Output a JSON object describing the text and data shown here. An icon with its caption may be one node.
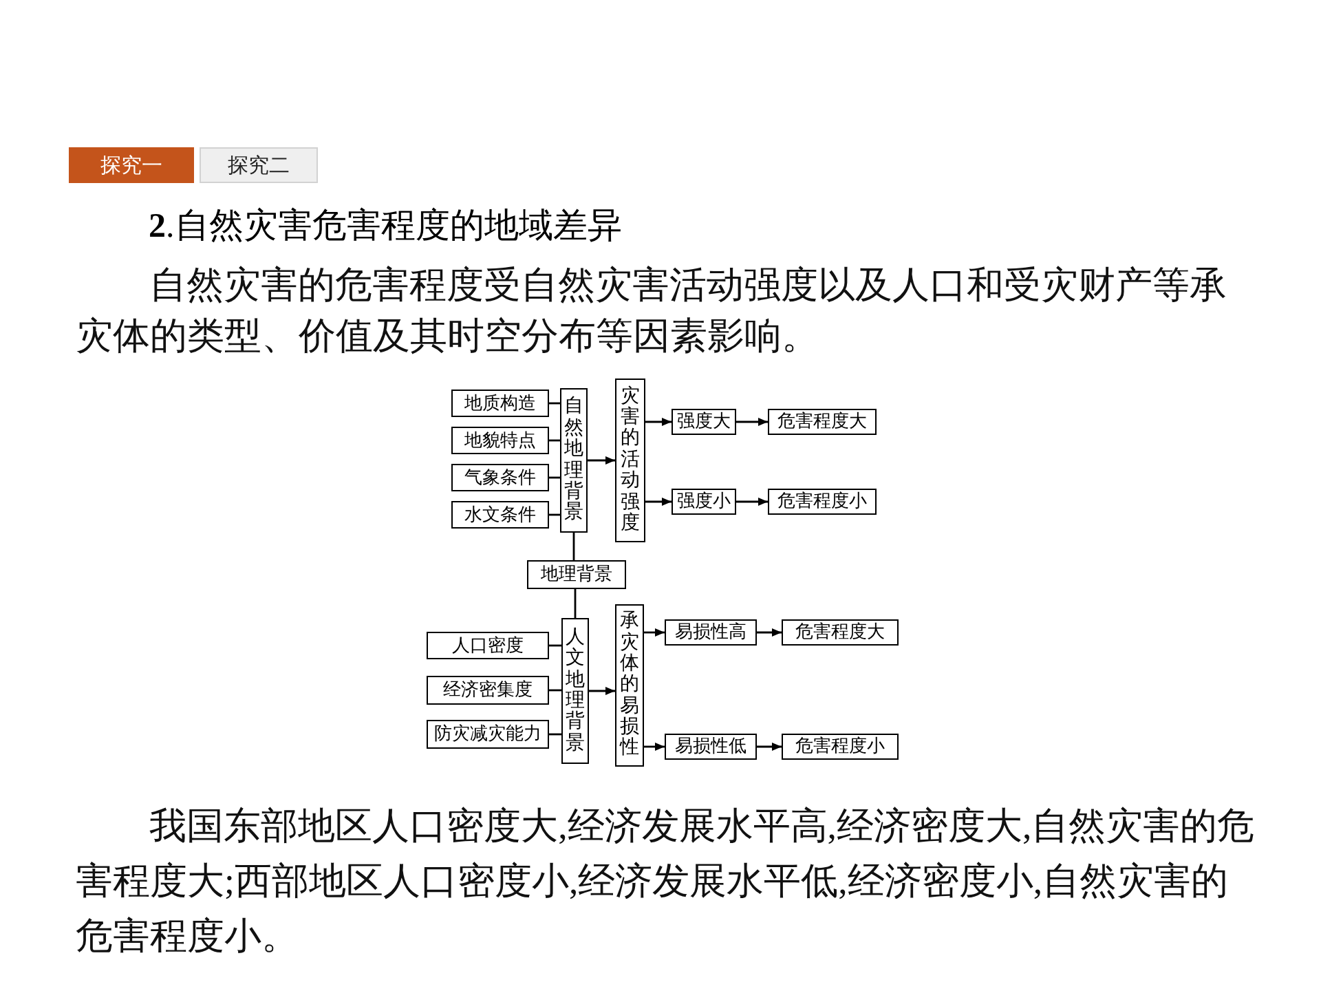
{
  "diagram": {
    "title": "**2**.自然灾害危害程度的地域差异",
    "nodes": [
      {
        "text": [
          "探究一"
        ]
      },
      {
        "text": [
          "探究二"
        ]
      },
      {
        "text": [
          "地质构造"
        ]
      },
      {
        "text": [
          "地貌特点"
        ]
      },
      {
        "text": [
          "气象条件"
        ]
      },
      {
        "text": [
          "水文条件"
        ]
      },
      {
        "text": [
          "自然地理背景"
        ]
      },
      {
        "text": [
          "灾害的活动强度"
        ]
      },
      {
        "text": [
          "强度大"
        ]
      },
      {
        "text": [
          "危害程度大"
        ]
      },
      {
        "text": [
          "强度小"
        ]
      },
      {
        "text": [
          "危害程度小"
        ]
      },
      {
        "text": [
          "地理背景"
        ]
      },
      {
        "text": [
          "人口密度"
        ]
      },
      {
        "text": [
          "经济密集度"
        ]
      },
      {
        "text": [
          "防灾减灾能力"
        ]
      },
      {
        "text": [
          "人文地理背景"
        ]
      },
      {
        "text": [
          "承灾体的易损性"
        ]
      },
      {
        "text": [
          "易损性高"
        ]
      },
      {
        "text": [
          "危害程度大"
        ]
      },
      {
        "text": [
          "易损性低"
        ]
      },
      {
        "text": [
          "危害程度小"
        ]
      }
    ],
    "edges": [
      {
        "from": 2,
        "to": 6,
        "arrow": "none"
      },
      {
        "from": 3,
        "to": 6,
        "arrow": "none"
      },
      {
        "from": 4,
        "to": 6,
        "arrow": "none"
      },
      {
        "from": 5,
        "to": 6,
        "arrow": "none"
      },
      {
        "from": 6,
        "to": 7,
        "arrow": "to"
      },
      {
        "from": 7,
        "to": 8,
        "arrow": "to"
      },
      {
        "from": 8,
        "to": 9,
        "arrow": "to"
      },
      {
        "from": 7,
        "to": 10,
        "arrow": "to"
      },
      {
        "from": 10,
        "to": 11,
        "arrow": "to"
      },
      {
        "from": 6,
        "to": 12,
        "arrow": "none"
      },
      {
        "from": 12,
        "to": 16,
        "arrow": "none"
      },
      {
        "from": 13,
        "to": 16,
        "arrow": "none"
      },
      {
        "from": 14,
        "to": 16,
        "arrow": "none"
      },
      {
        "from": 15,
        "to": 16,
        "arrow": "none"
      },
      {
        "from": 16,
        "to": 17,
        "arrow": "to"
      },
      {
        "from": 17,
        "to": 18,
        "arrow": "to"
      },
      {
        "from": 18,
        "to": 19,
        "arrow": "to"
      },
      {
        "from": 17,
        "to": 20,
        "arrow": "to"
      },
      {
        "from": 20,
        "to": 21,
        "arrow": "to"
      }
    ],
    "labels": [
      "自然灾害的危害程度受自然灾害活动强度以及人口和受灾财产等承灾体的类型、价值及其时空分布等因素影响。",
      "我国东部地区人口密度大,经济发展水平高,经济密度大,自然灾害的危害程度大;西部地区人口密度小,经济发展水平低,经济密度小,自然灾害的危害程度小。"
    ]
  }
}
